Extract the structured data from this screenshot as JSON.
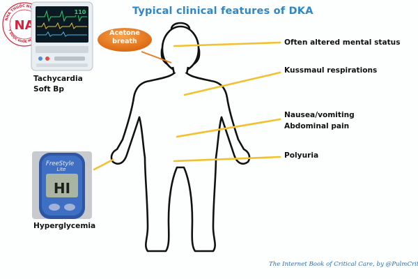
{
  "title": "Typical clinical features of DKA",
  "bubble": {
    "line1": "Acetone",
    "line2": "breath"
  },
  "features": {
    "mental": "Often altered mental status",
    "kussmaul": "Kussmaul respirations",
    "nausea": "Nausea/vomiting",
    "abdominal": "Abdominal pain",
    "polyuria": "Polyuria",
    "tachycardia": "Tachycardia",
    "soft_bp": "Soft Bp",
    "hyperglycemia": "Hyperglycemia"
  },
  "meter": {
    "brand1": "FreeStyle",
    "brand2": "Lite",
    "reading": "HI"
  },
  "monitor": {
    "readout": "110"
  },
  "logo": {
    "top_text": "NHÀ THUỐC NGỌC ANH",
    "bottom_text": "Y DƯỢC KHỎE MỖI NGÀY",
    "monogram": "NA"
  },
  "footer": "The Internet Book of Critical Care, by @PulmCrit",
  "colors": {
    "title": "#2f87c8",
    "pointer_line": "#f2c12e",
    "bubble": "#ec7a1a",
    "logo": "#d6213a"
  }
}
